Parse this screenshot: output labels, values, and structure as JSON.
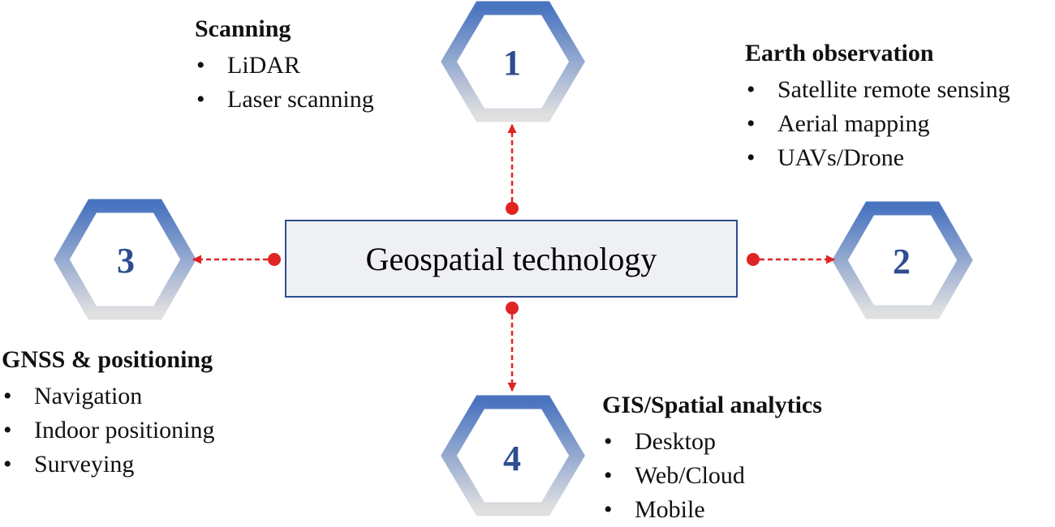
{
  "colors": {
    "hex_top": "#4a74c0",
    "hex_bottom": "#e0e0e0",
    "number": "#2e4d8f",
    "arrow": "#e02424",
    "box_fill": "#eef0f3",
    "box_stroke": "#2e4d8f"
  },
  "center": {
    "label": "Geospatial technology"
  },
  "hexagons": [
    {
      "number": "1"
    },
    {
      "number": "2"
    },
    {
      "number": "3"
    },
    {
      "number": "4"
    }
  ],
  "groups": {
    "scanning": {
      "title": "Scanning",
      "items": [
        "LiDAR",
        "Laser scanning"
      ]
    },
    "earth": {
      "title": "Earth observation",
      "items": [
        "Satellite remote sensing",
        "Aerial mapping",
        "UAVs/Drone"
      ]
    },
    "gnss": {
      "title": "GNSS & positioning",
      "items": [
        "Navigation",
        "Indoor positioning",
        "Surveying"
      ]
    },
    "gis": {
      "title": "GIS/Spatial analytics",
      "items": [
        "Desktop",
        "Web/Cloud",
        "Mobile"
      ]
    }
  }
}
